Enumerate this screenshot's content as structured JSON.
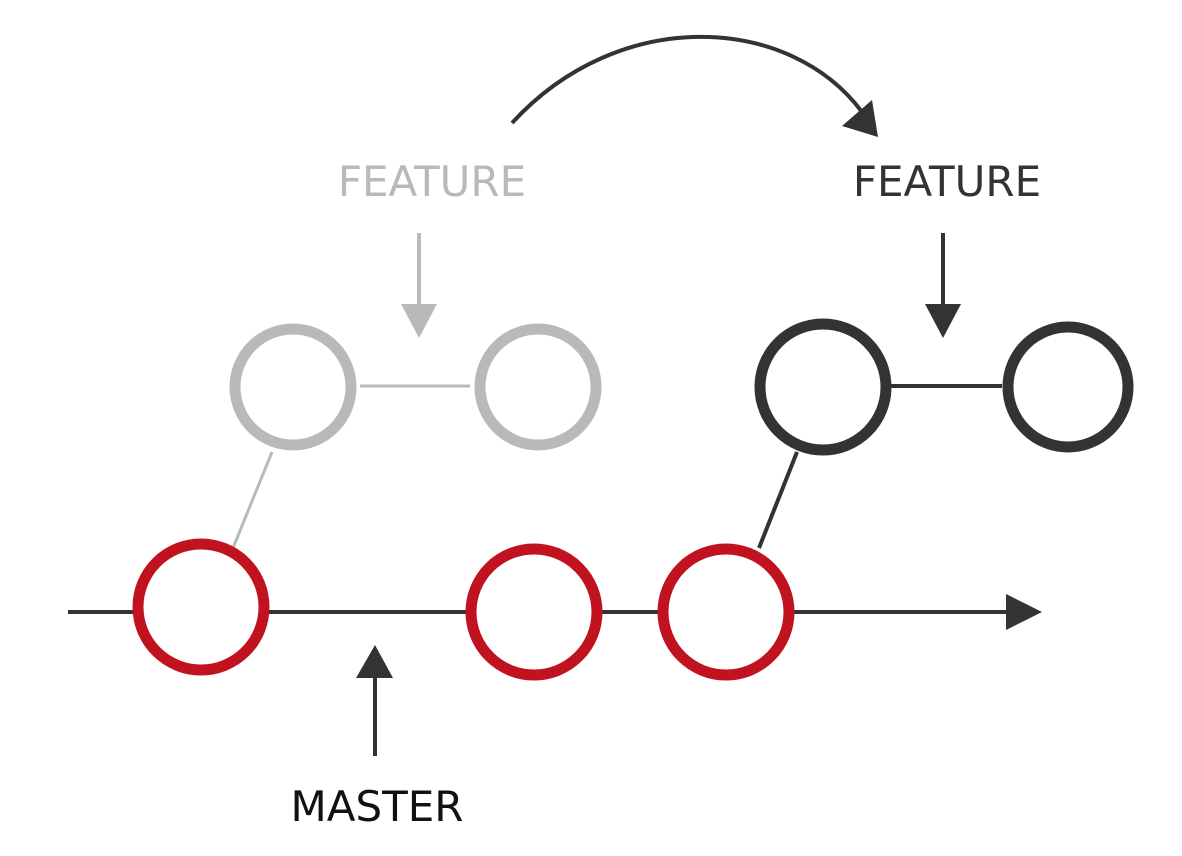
{
  "labels": {
    "feature_old": "FEATURE",
    "feature_new": "FEATURE",
    "master": "MASTER"
  },
  "colors": {
    "background": "#ffffff",
    "master_commit": "#c1121f",
    "feature_old": "#b9b9b9",
    "feature_new": "#333333",
    "line": "#333333",
    "master_label": "#111111"
  }
}
